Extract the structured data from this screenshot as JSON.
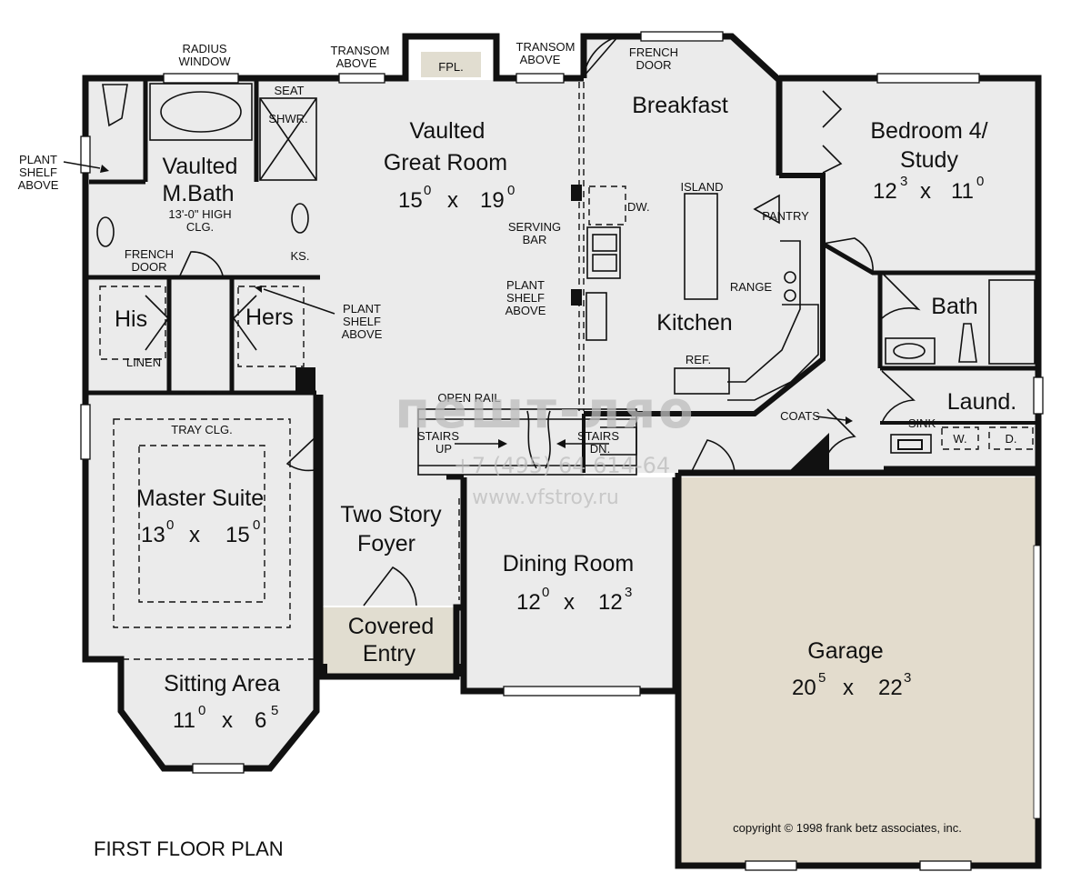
{
  "plan": {
    "title": "FIRST FLOOR PLAN",
    "copyright": "copyright © 1998 frank betz associates, inc.",
    "watermark": {
      "brand": "пешт-ляо",
      "phone": "+7 (495) 64 614-64",
      "url": "www.vfstroy.ru"
    },
    "colors": {
      "floor": "#ebebeb",
      "garage": "#e3dccd",
      "entry": "#e1ddd0",
      "wall": "#111111"
    }
  },
  "rooms": {
    "great_room": {
      "line1": "Vaulted",
      "line2": "Great Room",
      "w": "15",
      "wsup": "0",
      "x": "x",
      "h": "19",
      "hsup": "0"
    },
    "breakfast": {
      "name": "Breakfast"
    },
    "bedroom4": {
      "line1": "Bedroom 4/",
      "line2": "Study",
      "w": "12",
      "wsup": "3",
      "x": "x",
      "h": "11",
      "hsup": "0"
    },
    "master_bath": {
      "line1": "Vaulted",
      "line2": "M.Bath",
      "note1": "13'-0\" HIGH",
      "note2": "CLG."
    },
    "his": {
      "name": "His"
    },
    "hers": {
      "name": "Hers"
    },
    "kitchen": {
      "name": "Kitchen"
    },
    "bath": {
      "name": "Bath"
    },
    "laundry": {
      "name": "Laund."
    },
    "master_suite": {
      "name": "Master Suite",
      "w": "13",
      "wsup": "0",
      "x": "x",
      "h": "15",
      "hsup": "0",
      "tray": "TRAY CLG."
    },
    "foyer": {
      "line1": "Two Story",
      "line2": "Foyer"
    },
    "dining": {
      "name": "Dining Room",
      "w": "12",
      "wsup": "0",
      "x": "x",
      "h": "12",
      "hsup": "3"
    },
    "garage": {
      "name": "Garage",
      "w": "20",
      "wsup": "5",
      "x": "x",
      "h": "22",
      "hsup": "3"
    },
    "entry": {
      "line1": "Covered",
      "line2": "Entry"
    },
    "sitting": {
      "name": "Sitting Area",
      "w": "11",
      "wsup": "0",
      "x": "x",
      "h": "6",
      "hsup": "5"
    }
  },
  "labels": {
    "radius_window": [
      "RADIUS",
      "WINDOW"
    ],
    "transom_left": [
      "TRANSOM",
      "ABOVE"
    ],
    "transom_right": [
      "TRANSOM",
      "ABOVE"
    ],
    "fpl": "FPL.",
    "french_door_top": [
      "FRENCH",
      "DOOR"
    ],
    "seat": "SEAT",
    "shwr": "SHWR.",
    "plant_shelf_left": [
      "PLANT",
      "SHELF",
      "ABOVE"
    ],
    "dw": "DW.",
    "island": "ISLAND",
    "pantry": "PANTRY",
    "serving_bar": [
      "SERVING",
      "BAR"
    ],
    "plant_shelf_mid": [
      "PLANT",
      "SHELF",
      "ABOVE"
    ],
    "range": "RANGE",
    "ks": "KS.",
    "french_door_bath": [
      "FRENCH",
      "DOOR"
    ],
    "plant_shelf_closet": [
      "PLANT",
      "SHELF",
      "ABOVE"
    ],
    "linen": "LINEN",
    "ref": "REF.",
    "open_rail": "OPEN RAIL",
    "stairs_up": [
      "STAIRS",
      "UP"
    ],
    "stairs_dn": [
      "STAIRS",
      "DN."
    ],
    "coats": "COATS",
    "sink": "SINK",
    "washer": "W.",
    "dryer": "D."
  }
}
